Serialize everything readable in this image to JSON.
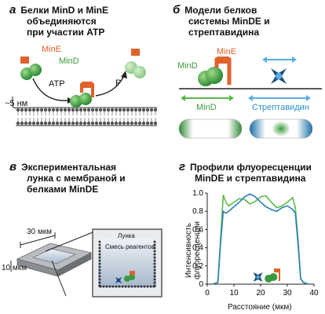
{
  "panel_a": {
    "letter": "а",
    "title_l1": "Белки MinD и MinE",
    "title_l2": "объединяются",
    "title_l3": "при участии ATP",
    "mine_label": "MinE",
    "mind_label": "MinD",
    "atp_label": "ATP",
    "p_label": "P",
    "membrane_label": "~5 нм",
    "colors": {
      "mind": "#3a9a3e",
      "mine": "#e0622a",
      "membrane": "#555555"
    }
  },
  "panel_b": {
    "letter": "б",
    "title_l1": "Модели белков",
    "title_l2": "системы MinDE и",
    "title_l3": "стрептавидина",
    "mind_label": "MinD",
    "mine_label": "MinE",
    "mind_arrow_label": "MinD",
    "strep_arrow_label": "Стрептавидин",
    "colors": {
      "mind": "#3a9a3e",
      "strep": "#2e8fd0"
    }
  },
  "panel_c": {
    "letter": "в",
    "title_l1": "Экспериментальная",
    "title_l2": "лунка с мембраной и",
    "title_l3": "белками MinDE",
    "width_label": "30 мкм",
    "depth_label": "10 мкм",
    "well_label": "Лунка",
    "mix_label": "Смесь реагентов"
  },
  "panel_d": {
    "letter": "г",
    "title_l1": "Профили флуоресценции",
    "title_l2": "MinDE и стрептавидина"
  },
  "chart_data": {
    "type": "line",
    "xlabel": "Расстояние (мкм)",
    "ylabel": "Интенсивность флуоресценции",
    "xlim": [
      0,
      40
    ],
    "ylim": [
      0,
      1.0
    ],
    "x_ticks": [
      0,
      10,
      20,
      30,
      40
    ],
    "y_ticks": [
      0,
      0.2,
      0.4,
      0.6,
      0.8,
      1.0
    ],
    "series": [
      {
        "color": "#5ab84a",
        "x": [
          2,
          4,
          5,
          6,
          7,
          8,
          10,
          12,
          14,
          16,
          18,
          20,
          22,
          24,
          26,
          28,
          30,
          32,
          33,
          34,
          35,
          36,
          37,
          38
        ],
        "y": [
          0.0,
          0.02,
          0.5,
          0.98,
          0.9,
          0.86,
          0.9,
          0.94,
          0.93,
          0.88,
          0.91,
          0.96,
          0.97,
          0.9,
          0.84,
          0.86,
          0.9,
          0.95,
          0.84,
          0.5,
          0.06,
          0.02,
          0.01,
          0.0
        ]
      },
      {
        "color": "#2a7fb8",
        "x": [
          2,
          4,
          5,
          6,
          7,
          8,
          10,
          12,
          14,
          16,
          18,
          20,
          22,
          24,
          26,
          28,
          30,
          32,
          33,
          34,
          35,
          36,
          37,
          38
        ],
        "y": [
          0.0,
          0.02,
          0.45,
          0.8,
          0.78,
          0.8,
          0.85,
          0.9,
          0.96,
          0.99,
          0.96,
          0.9,
          0.85,
          0.82,
          0.8,
          0.84,
          0.86,
          0.82,
          0.78,
          0.45,
          0.06,
          0.02,
          0.01,
          0.0
        ]
      }
    ]
  }
}
